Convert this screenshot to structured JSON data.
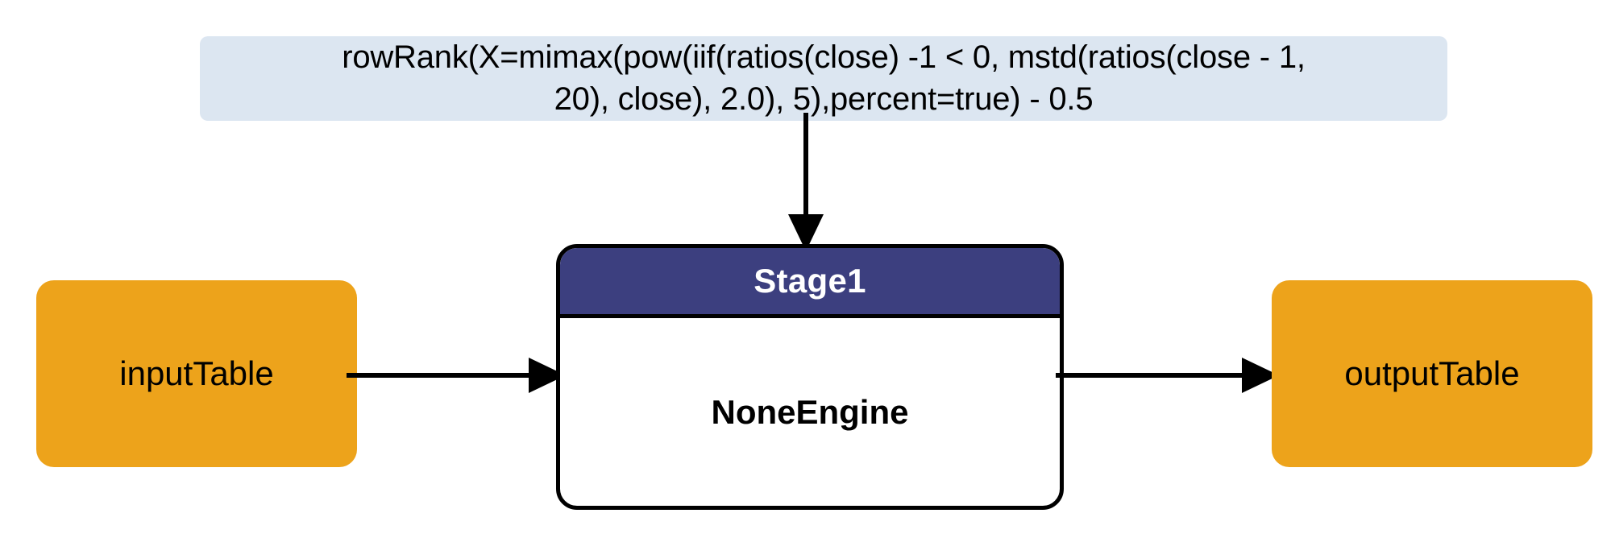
{
  "diagram": {
    "type": "flow-pipeline",
    "annotation": {
      "name": "formula-expression",
      "text": "rowRank(X=mimax(pow(iif(ratios(close) -1 < 0, mstd(ratios(close - 1,\n20), close), 2.0), 5),percent=true) - 0.5",
      "background_color": "#dce6f1"
    },
    "nodes": {
      "input_table": {
        "label": "inputTable",
        "color": "#eda31b",
        "shape": "rounded-rect"
      },
      "stage": {
        "title": "Stage1",
        "engine": "NoneEngine",
        "header_color": "#3c3f7f",
        "body_color": "#ffffff",
        "border_color": "#000000"
      },
      "output_table": {
        "label": "outputTable",
        "color": "#eda31b",
        "shape": "rounded-rect"
      }
    },
    "edges": [
      {
        "name": "formula-to-stage",
        "from": "formula-expression",
        "to": "Stage1",
        "direction": "down"
      },
      {
        "name": "input-to-stage",
        "from": "inputTable",
        "to": "Stage1",
        "direction": "right"
      },
      {
        "name": "stage-to-output",
        "from": "Stage1",
        "to": "outputTable",
        "direction": "right"
      }
    ]
  }
}
